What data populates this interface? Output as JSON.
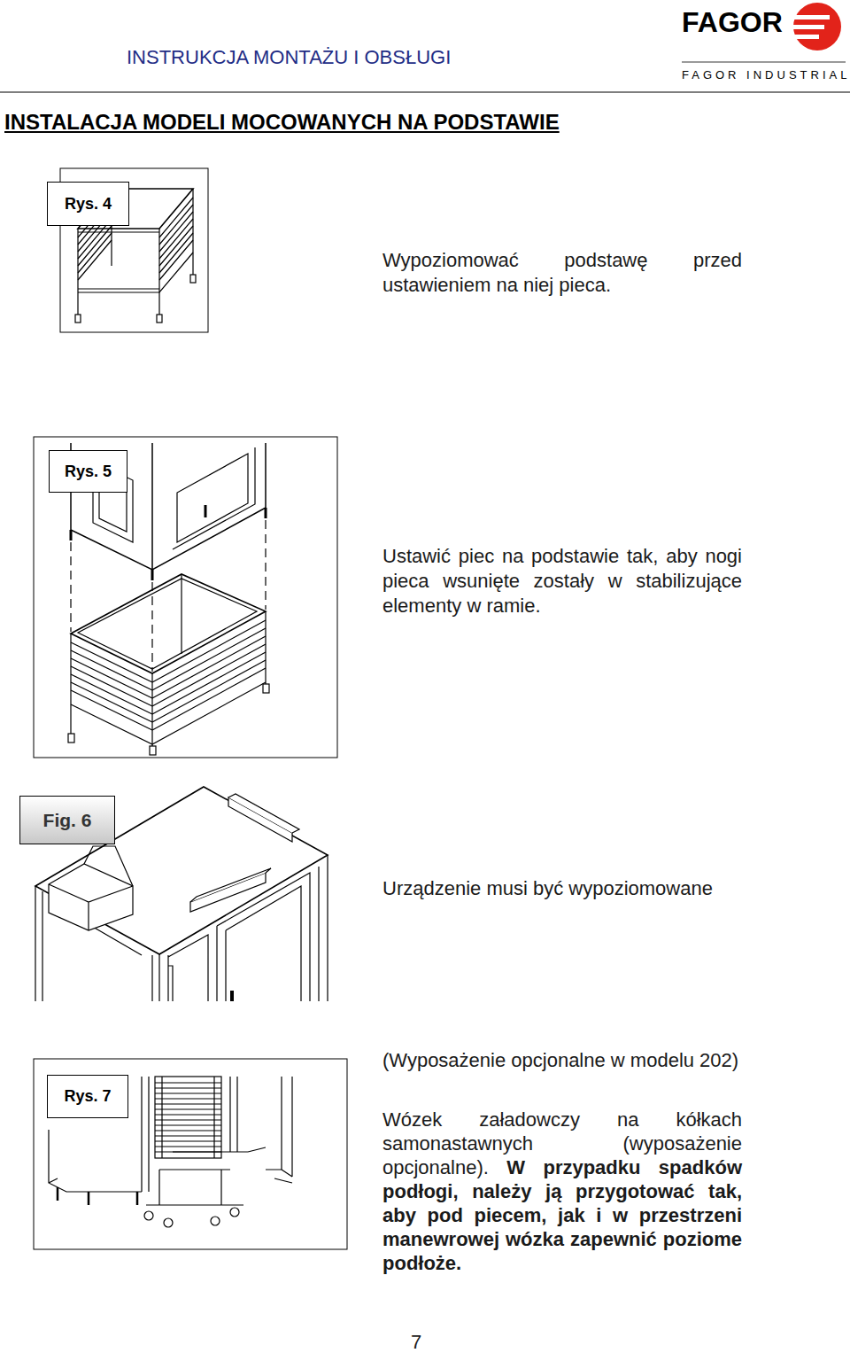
{
  "diagram": {
    "title": "INSTALACJA MODELI MOCOWANYCH NA PODSTAWIE",
    "nodes": [
      {
        "text": [
          "Rys. 4"
        ]
      },
      {
        "text": [
          "Rys. 5"
        ]
      },
      {
        "text": [
          "Fig. 6"
        ]
      },
      {
        "text": [
          "Rys. 7"
        ]
      }
    ],
    "labels": [
      "INSTRUKCJA MONTAŻU I OBSŁUGI",
      "FAGOR",
      "FAGOR INDUSTRIAL",
      "Wypoziomować podstawę przed ustawieniem na niej pieca.",
      "Ustawić piec na podstawie tak, aby nogi pieca wsunięte zostały w stabilizujące elementy w ramie.",
      "Urządzenie musi być wypoziomowane",
      "(Wyposażenie opcjonalne w modelu 202)",
      "Wózek załadowczy na kółkach samonastawnych (wyposażenie opcjonalne).",
      "W przypadku spadków podłogi, należy ją przygotować tak, aby pod piecem, jak i w przestrzeni manewrowej wózka zapewnić poziome podłoże.",
      "7"
    ]
  }
}
